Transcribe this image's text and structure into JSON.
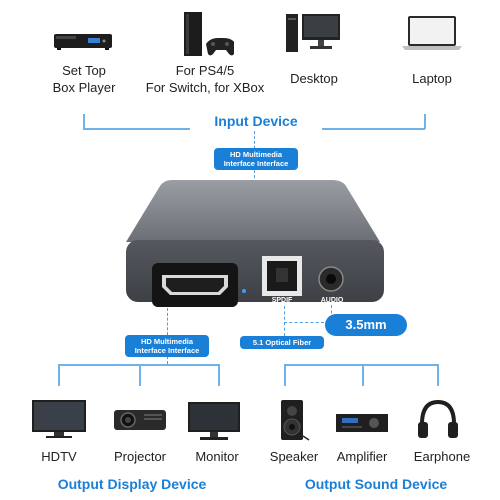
{
  "input_devices": [
    {
      "label": "Set Top\nBox Player",
      "icon": "set-top-box-icon"
    },
    {
      "label": "For PS4/5\nFor  Switch, for XBox",
      "icon": "game-console-icon"
    },
    {
      "label": "Desktop",
      "icon": "desktop-icon"
    },
    {
      "label": "Laptop",
      "icon": "laptop-icon"
    }
  ],
  "input_heading": "Input Device",
  "hdmi_in_label": "HD Multimedia\nInterface Interface",
  "hdmi_out_label": "HD Multimedia\nInterface Interface",
  "optical_label": "5.1 Optical Fiber",
  "audio_jack_label": "3.5mm",
  "port_spdif": "SPDIF",
  "port_audio": "AUDIO",
  "display_devices": [
    {
      "label": "HDTV",
      "icon": "hdtv-icon"
    },
    {
      "label": "Projector",
      "icon": "projector-icon"
    },
    {
      "label": "Monitor",
      "icon": "monitor-icon"
    }
  ],
  "sound_devices": [
    {
      "label": "Speaker",
      "icon": "speaker-icon"
    },
    {
      "label": "Amplifier",
      "icon": "amplifier-icon"
    },
    {
      "label": "Earphone",
      "icon": "earphone-icon"
    }
  ],
  "output_display_heading": "Output Display Device",
  "output_sound_heading": "Output Sound Device",
  "colors": {
    "accent": "#1a7fd6",
    "device_body": "#6b6f75",
    "line": "#6fb3ea"
  }
}
